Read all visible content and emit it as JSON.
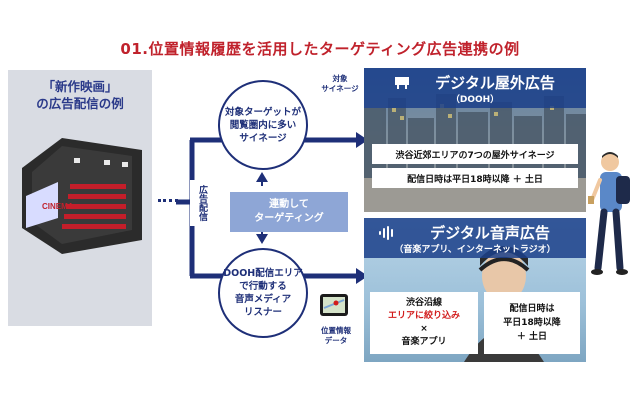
{
  "title": "01.位置情報履歴を活用したターゲティング広告連携の例",
  "left": {
    "title_line1": "「新作映画」",
    "title_line2": "の広告配信の例",
    "cinema_sign": "CINEMA"
  },
  "circles": {
    "top": [
      "対象ターゲットが",
      "閲覧圏内に多い",
      "サイネージ"
    ],
    "bottom": [
      "DOOH配信エリア",
      "で行動する",
      "音声メディア",
      "リスナー"
    ]
  },
  "vertical_label": "広告配信",
  "link_box": [
    "連動して",
    "ターゲティング"
  ],
  "small_labels": {
    "top": [
      "対象",
      "サイネージ"
    ],
    "bottom": [
      "位置情報",
      "データ"
    ]
  },
  "outdoor": {
    "title": "デジタル屋外広告",
    "sub": "（DOOH）",
    "box1": "渋谷近郊エリアの7つの屋外サイネージ",
    "box2": "配信日時は平日18時以降 ＋ 土日"
  },
  "audio": {
    "title": "デジタル音声広告",
    "sub": "（音楽アプリ、インターネットラジオ）",
    "left_line1": "渋谷沿線",
    "left_line2": "エリアに絞り込み",
    "left_line3": "×",
    "left_line4": "音楽アプリ",
    "right_line1": "配信日時は",
    "right_line2": "平日18時以降",
    "right_line3": "＋ 土日"
  },
  "colors": {
    "title_red": "#c0222c",
    "navy": "#1e2f78",
    "band_blue": "#1b3f8a",
    "light_blue": "#8ea6d6",
    "gray_panel": "#d9dce3",
    "highlight_red": "#d21c1c"
  }
}
